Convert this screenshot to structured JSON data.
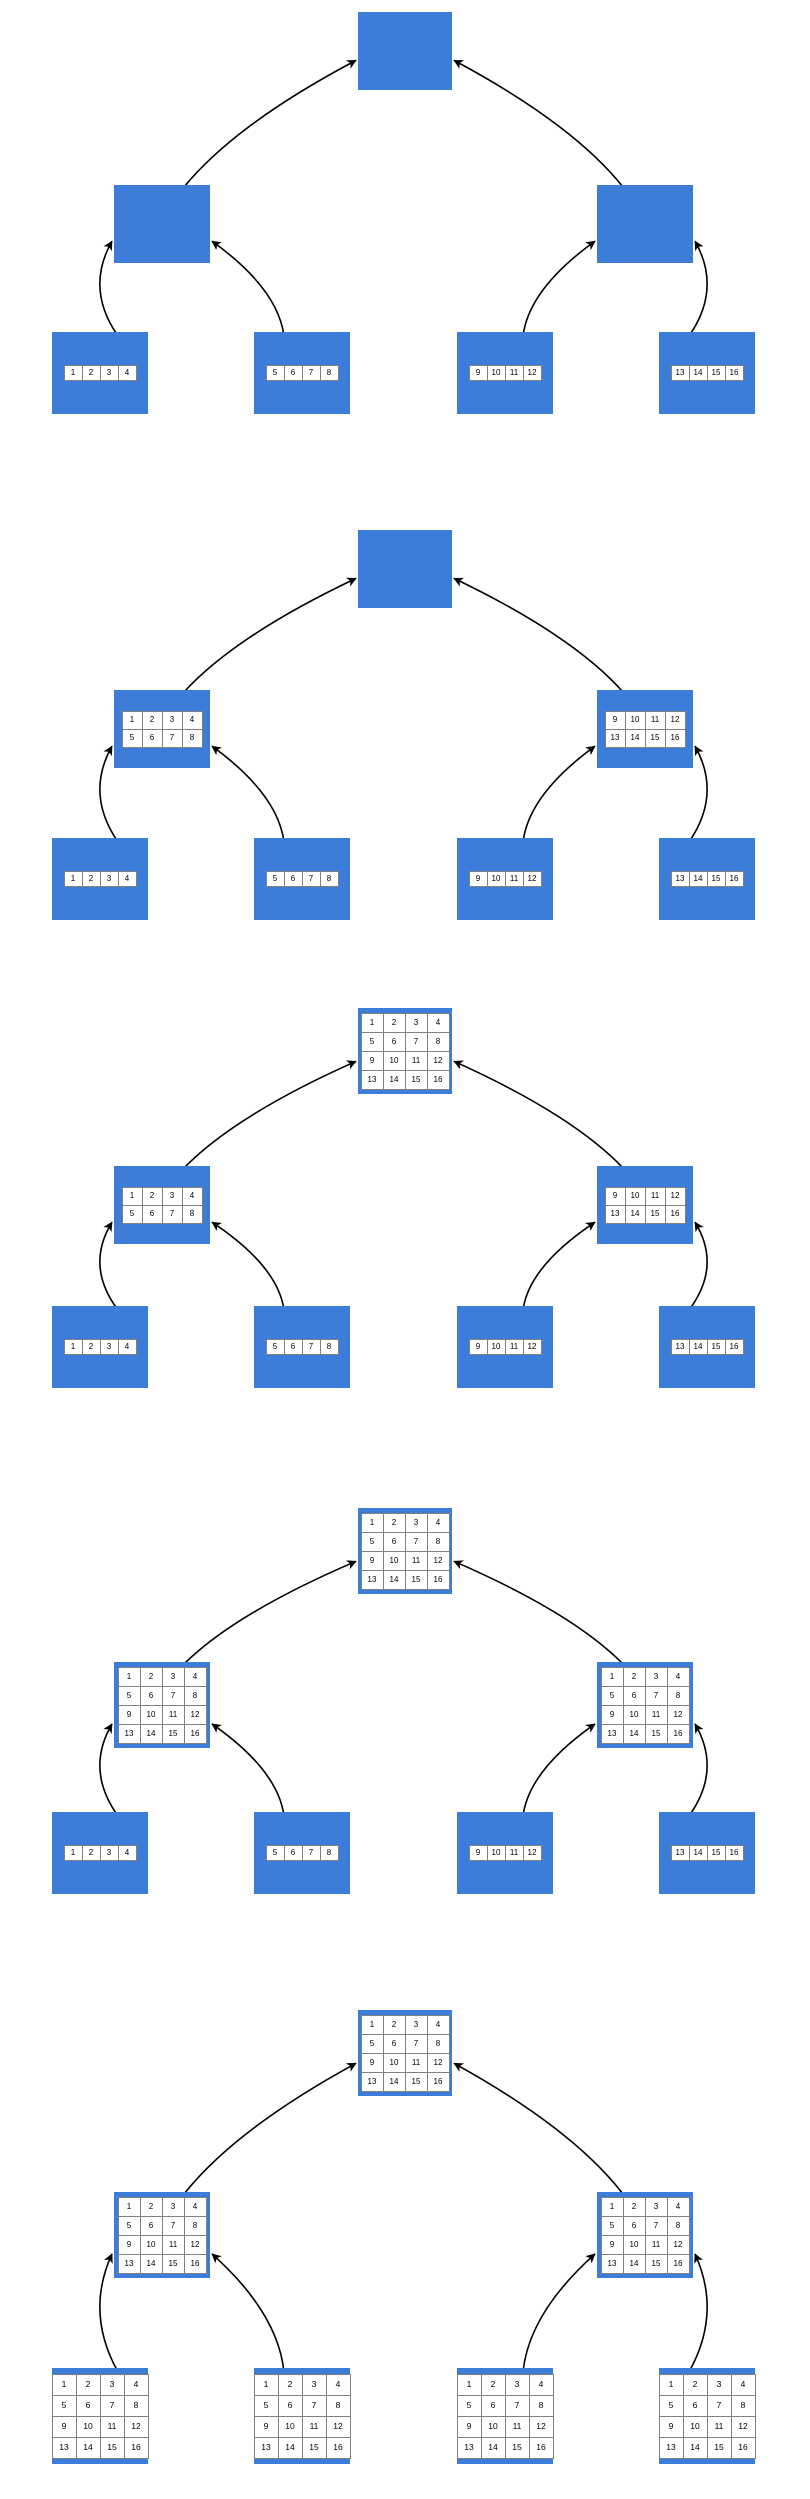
{
  "diagram": {
    "title": "Recursive merge / broadcast tree — five progressive stages",
    "colors": {
      "node_fill": "#3b7dd8",
      "cell_fill": "#ffffff",
      "cell_border": "#808080",
      "arrow": "#000000",
      "background": "#ffffff",
      "text": "#000000"
    },
    "arrow_semantics": "child-to-parent",
    "arrow_count_per_panel": 6,
    "tree_shape": {
      "levels": 3,
      "root": 1,
      "middle": 2,
      "leaves": 4
    }
  },
  "values": {
    "row1": [
      "1",
      "2",
      "3",
      "4"
    ],
    "row2": [
      "5",
      "6",
      "7",
      "8"
    ],
    "row3": [
      "9",
      "10",
      "11",
      "12"
    ],
    "row4": [
      "13",
      "14",
      "15",
      "16"
    ],
    "full": [
      "1",
      "2",
      "3",
      "4",
      "5",
      "6",
      "7",
      "8",
      "9",
      "10",
      "11",
      "12",
      "13",
      "14",
      "15",
      "16"
    ]
  },
  "panels": [
    {
      "name": "panel-1",
      "root": {
        "name": "root-node",
        "content": "empty"
      },
      "middle": [
        {
          "name": "mid-node-left",
          "content": "empty"
        },
        {
          "name": "mid-node-right",
          "content": "empty"
        }
      ],
      "leaves": [
        {
          "name": "leaf-node-1",
          "rows": [
            [
              "1",
              "2",
              "3",
              "4"
            ]
          ]
        },
        {
          "name": "leaf-node-2",
          "rows": [
            [
              "5",
              "6",
              "7",
              "8"
            ]
          ]
        },
        {
          "name": "leaf-node-3",
          "rows": [
            [
              "9",
              "10",
              "11",
              "12"
            ]
          ]
        },
        {
          "name": "leaf-node-4",
          "rows": [
            [
              "13",
              "14",
              "15",
              "16"
            ]
          ]
        }
      ]
    },
    {
      "name": "panel-2",
      "root": {
        "name": "root-node",
        "content": "empty"
      },
      "middle": [
        {
          "name": "mid-node-left",
          "rows": [
            [
              "1",
              "2",
              "3",
              "4"
            ],
            [
              "5",
              "6",
              "7",
              "8"
            ]
          ]
        },
        {
          "name": "mid-node-right",
          "rows": [
            [
              "9",
              "10",
              "11",
              "12"
            ],
            [
              "13",
              "14",
              "15",
              "16"
            ]
          ]
        }
      ],
      "leaves": [
        {
          "name": "leaf-node-1",
          "rows": [
            [
              "1",
              "2",
              "3",
              "4"
            ]
          ]
        },
        {
          "name": "leaf-node-2",
          "rows": [
            [
              "5",
              "6",
              "7",
              "8"
            ]
          ]
        },
        {
          "name": "leaf-node-3",
          "rows": [
            [
              "9",
              "10",
              "11",
              "12"
            ]
          ]
        },
        {
          "name": "leaf-node-4",
          "rows": [
            [
              "13",
              "14",
              "15",
              "16"
            ]
          ]
        }
      ]
    },
    {
      "name": "panel-3",
      "root": {
        "name": "root-node",
        "rows": [
          [
            "1",
            "2",
            "3",
            "4"
          ],
          [
            "5",
            "6",
            "7",
            "8"
          ],
          [
            "9",
            "10",
            "11",
            "12"
          ],
          [
            "13",
            "14",
            "15",
            "16"
          ]
        ]
      },
      "middle": [
        {
          "name": "mid-node-left",
          "rows": [
            [
              "1",
              "2",
              "3",
              "4"
            ],
            [
              "5",
              "6",
              "7",
              "8"
            ]
          ]
        },
        {
          "name": "mid-node-right",
          "rows": [
            [
              "9",
              "10",
              "11",
              "12"
            ],
            [
              "13",
              "14",
              "15",
              "16"
            ]
          ]
        }
      ],
      "leaves": [
        {
          "name": "leaf-node-1",
          "rows": [
            [
              "1",
              "2",
              "3",
              "4"
            ]
          ]
        },
        {
          "name": "leaf-node-2",
          "rows": [
            [
              "5",
              "6",
              "7",
              "8"
            ]
          ]
        },
        {
          "name": "leaf-node-3",
          "rows": [
            [
              "9",
              "10",
              "11",
              "12"
            ]
          ]
        },
        {
          "name": "leaf-node-4",
          "rows": [
            [
              "13",
              "14",
              "15",
              "16"
            ]
          ]
        }
      ]
    },
    {
      "name": "panel-4",
      "root": {
        "name": "root-node",
        "rows": [
          [
            "1",
            "2",
            "3",
            "4"
          ],
          [
            "5",
            "6",
            "7",
            "8"
          ],
          [
            "9",
            "10",
            "11",
            "12"
          ],
          [
            "13",
            "14",
            "15",
            "16"
          ]
        ]
      },
      "middle": [
        {
          "name": "mid-node-left",
          "rows": [
            [
              "1",
              "2",
              "3",
              "4"
            ],
            [
              "5",
              "6",
              "7",
              "8"
            ],
            [
              "9",
              "10",
              "11",
              "12"
            ],
            [
              "13",
              "14",
              "15",
              "16"
            ]
          ]
        },
        {
          "name": "mid-node-right",
          "rows": [
            [
              "1",
              "2",
              "3",
              "4"
            ],
            [
              "5",
              "6",
              "7",
              "8"
            ],
            [
              "9",
              "10",
              "11",
              "12"
            ],
            [
              "13",
              "14",
              "15",
              "16"
            ]
          ]
        }
      ],
      "leaves": [
        {
          "name": "leaf-node-1",
          "rows": [
            [
              "1",
              "2",
              "3",
              "4"
            ]
          ]
        },
        {
          "name": "leaf-node-2",
          "rows": [
            [
              "5",
              "6",
              "7",
              "8"
            ]
          ]
        },
        {
          "name": "leaf-node-3",
          "rows": [
            [
              "9",
              "10",
              "11",
              "12"
            ]
          ]
        },
        {
          "name": "leaf-node-4",
          "rows": [
            [
              "13",
              "14",
              "15",
              "16"
            ]
          ]
        }
      ]
    },
    {
      "name": "panel-5",
      "root": {
        "name": "root-node",
        "rows": [
          [
            "1",
            "2",
            "3",
            "4"
          ],
          [
            "5",
            "6",
            "7",
            "8"
          ],
          [
            "9",
            "10",
            "11",
            "12"
          ],
          [
            "13",
            "14",
            "15",
            "16"
          ]
        ]
      },
      "middle": [
        {
          "name": "mid-node-left",
          "rows": [
            [
              "1",
              "2",
              "3",
              "4"
            ],
            [
              "5",
              "6",
              "7",
              "8"
            ],
            [
              "9",
              "10",
              "11",
              "12"
            ],
            [
              "13",
              "14",
              "15",
              "16"
            ]
          ]
        },
        {
          "name": "mid-node-right",
          "rows": [
            [
              "1",
              "2",
              "3",
              "4"
            ],
            [
              "5",
              "6",
              "7",
              "8"
            ],
            [
              "9",
              "10",
              "11",
              "12"
            ],
            [
              "13",
              "14",
              "15",
              "16"
            ]
          ]
        }
      ],
      "leaves": [
        {
          "name": "leaf-node-1",
          "rows": [
            [
              "1",
              "2",
              "3",
              "4"
            ],
            [
              "5",
              "6",
              "7",
              "8"
            ],
            [
              "9",
              "10",
              "11",
              "12"
            ],
            [
              "13",
              "14",
              "15",
              "16"
            ]
          ]
        },
        {
          "name": "leaf-node-2",
          "rows": [
            [
              "1",
              "2",
              "3",
              "4"
            ],
            [
              "5",
              "6",
              "7",
              "8"
            ],
            [
              "9",
              "10",
              "11",
              "12"
            ],
            [
              "13",
              "14",
              "15",
              "16"
            ]
          ]
        },
        {
          "name": "leaf-node-3",
          "rows": [
            [
              "1",
              "2",
              "3",
              "4"
            ],
            [
              "5",
              "6",
              "7",
              "8"
            ],
            [
              "9",
              "10",
              "11",
              "12"
            ],
            [
              "13",
              "14",
              "15",
              "16"
            ]
          ]
        },
        {
          "name": "leaf-node-4",
          "rows": [
            [
              "1",
              "2",
              "3",
              "4"
            ],
            [
              "5",
              "6",
              "7",
              "8"
            ],
            [
              "9",
              "10",
              "11",
              "12"
            ],
            [
              "13",
              "14",
              "15",
              "16"
            ]
          ]
        }
      ]
    }
  ]
}
